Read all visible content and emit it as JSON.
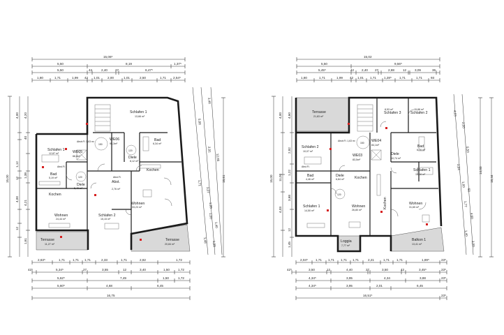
{
  "left_plan": {
    "top_dims": {
      "row1": [
        "15,06⁵"
      ],
      "row2": [
        "5,50",
        "8,19",
        "1,37⁵"
      ],
      "row3": [
        "5,50",
        "42",
        "2,40",
        "27",
        "6,47⁵"
      ],
      "row4": [
        "1,80",
        "1,71",
        "1,99",
        "42",
        "1,01",
        "2,00",
        "1,01",
        "2,50",
        "1,71",
        "2,54⁵"
      ]
    },
    "left_dims": {
      "outer": "15,00",
      "inner": [
        "4,00",
        "4,20",
        "40",
        "1,12",
        "1,38",
        "12",
        "4,00",
        "4,21",
        "12",
        "1,61"
      ]
    },
    "right_dims": {
      "outer": "18,61",
      "inner": [
        "3,48",
        "5,88",
        "2,91",
        "12,85",
        "1,71",
        "3,07",
        "1,99",
        "1,00",
        "1,40",
        "1,48",
        "1,99"
      ]
    },
    "bottom_dims": {
      "row1": [
        "2,63⁵",
        "1,71",
        "1,71",
        "1,71",
        "2,33",
        "1,71",
        "2,82",
        "1,72"
      ],
      "row2": [
        "42⁵",
        "5,34⁵",
        "27",
        "3,55",
        "12",
        "3,40",
        "1,50",
        "1,72"
      ],
      "row3": [
        "5,62⁵",
        "7,49",
        "1,50",
        "1,72"
      ],
      "row4": [
        "5,60⁵",
        "4,68",
        "6,45"
      ],
      "row5": [
        "16,75"
      ]
    },
    "rooms": [
      {
        "name": "Schlafen 1",
        "area": "13,66 m²"
      },
      {
        "name": "Schlafen 1",
        "area": "12,87 m²"
      },
      {
        "name": "Bad",
        "area": "6,34 m²"
      },
      {
        "name": "Diele",
        "area": "8,12 m²"
      },
      {
        "name": "Kochen",
        "area": ""
      },
      {
        "name": "Wohnen",
        "area": "33,23 m²"
      },
      {
        "name": "Schlafen 2",
        "area": "15,15 m²"
      },
      {
        "name": "Kochen",
        "area": ""
      },
      {
        "name": "Wohnen",
        "area": "24,44 m²"
      },
      {
        "name": "Bad",
        "area": "5,19 m²"
      },
      {
        "name": "Diele",
        "area": "5,40 m²"
      },
      {
        "name": "Terrasse",
        "area": "11,27 m²"
      },
      {
        "name": "Terrasse",
        "area": "20,84 m²"
      },
      {
        "name": "Abst.",
        "area": "2,76 m²"
      }
    ],
    "units": [
      {
        "name": "WE06",
        "area": "95,3m²"
      },
      {
        "name": "WE05",
        "area": "66,8m²"
      }
    ],
    "circles": [
      "150",
      "120",
      "120"
    ],
    "labels": {
      "abstr1": "Abstr.Fl. 1,63 m²",
      "abstr2": "Abst.Fl.",
      "abst_w": "Abst.Fl."
    }
  },
  "right_plan": {
    "top_dims": {
      "row1": [
        "15,02"
      ],
      "row2": [
        "5,50",
        "9,56⁵"
      ],
      "row3": [
        "5,45⁵",
        "42",
        "2,40",
        "27",
        "2,88",
        "12",
        "3,09",
        "36"
      ],
      "row4": [
        "1,80",
        "1,71",
        "1,99",
        "42",
        "1,01",
        "1,71",
        "1,28⁵",
        "1,71",
        "1,71",
        "93"
      ]
    },
    "left_dims": {
      "outer": "15,00",
      "inner": [
        "4,00",
        "4,60",
        "11,00",
        "2,82",
        "1,22",
        "3,68",
        "4,03",
        "12",
        "1,45"
      ]
    },
    "right_dims": {
      "outer": "18,44",
      "inner": [
        "14,00",
        "4,63",
        "2,50",
        "5,50",
        "3,84",
        "1,60",
        "50",
        "1,77",
        "4,60",
        "1,40",
        "3,00"
      ]
    },
    "bottom_dims": {
      "row1": [
        "2,04⁵",
        "1,71",
        "1,71",
        "1,71",
        "1,71",
        "2,21",
        "1,71",
        "1,71",
        "1,89⁵",
        "23⁵"
      ],
      "row2": [
        "42⁵",
        "3,50",
        "12",
        "4,40",
        "27",
        "3,50",
        "42",
        "3,45⁵",
        "23⁵"
      ],
      "row3": [
        "4,34⁵",
        "3,95",
        "4,34",
        "3,88",
        "23⁵"
      ],
      "row4": [
        "4,34⁵",
        "3,95",
        "2,01",
        "6,45"
      ],
      "row5": [
        "16,51⁵",
        "23⁵"
      ]
    },
    "rooms": [
      {
        "name": "Terrasse",
        "area": "21,83 m²"
      },
      {
        "name": "Schlafen 3",
        "area": "8,53 m²"
      },
      {
        "name": "Schlafen 2",
        "area": "15,88 m²"
      },
      {
        "name": "Bad",
        "area": "6,78 m²"
      },
      {
        "name": "Schlafen 2",
        "area": "10,07 m²"
      },
      {
        "name": "Bad",
        "area": "4,46 m²"
      },
      {
        "name": "Diele",
        "area": "6,84 m²"
      },
      {
        "name": "Kochen",
        "area": ""
      },
      {
        "name": "Schlafen 1",
        "area": "13,18 m²"
      },
      {
        "name": "Schlafen 1",
        "area": "14,50 m²"
      },
      {
        "name": "Wohnen",
        "area": "26,80 m²"
      },
      {
        "name": "Wohnen",
        "area": "31,65 m²"
      },
      {
        "name": "Kochen",
        "area": ""
      },
      {
        "name": "Loggia",
        "area": "7,77 m²"
      },
      {
        "name": "Balkon 1",
        "area": "13,41 m²"
      },
      {
        "name": "Diele",
        "area": "10,74 m²"
      }
    ],
    "units": [
      {
        "name": "WE04",
        "area": "84,1m²"
      },
      {
        "name": "WE03",
        "area": "83,5m²"
      }
    ],
    "circles": [
      "150",
      "120"
    ],
    "labels": {
      "abstr1": "Abstr.Fl. 1,63 m²",
      "abstr2": "Abst.Fl."
    }
  }
}
